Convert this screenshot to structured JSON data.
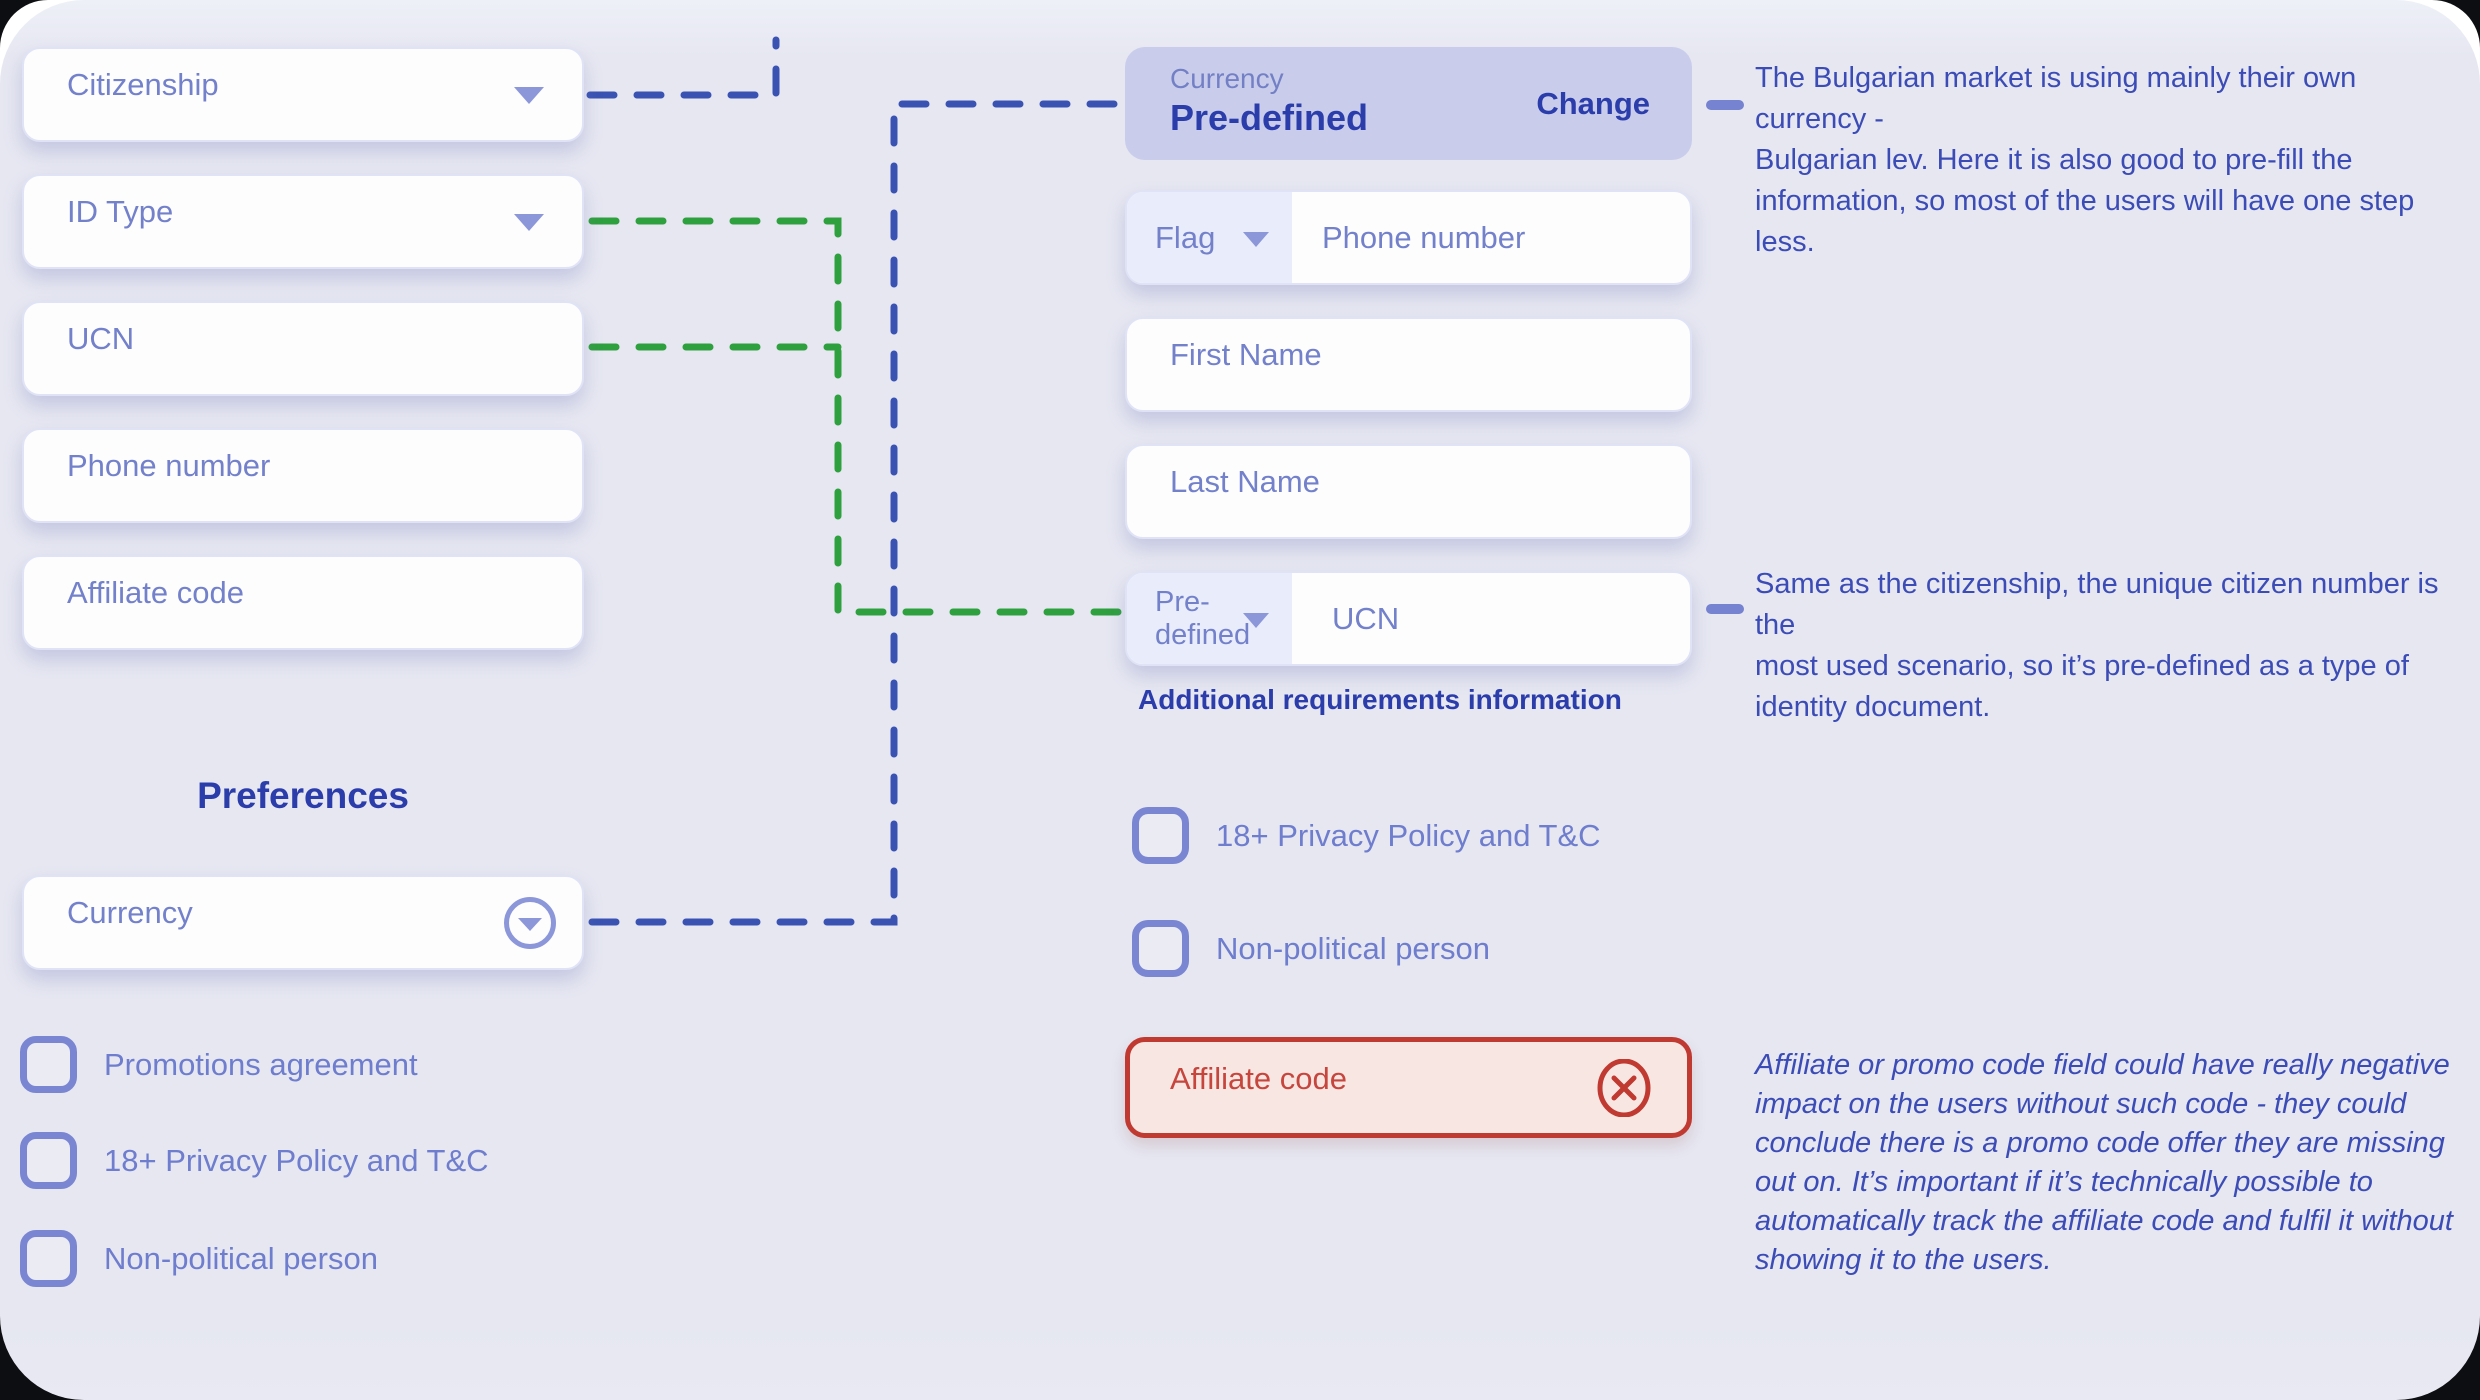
{
  "left": {
    "fields": [
      {
        "label": "Citizenship",
        "dropdown": true
      },
      {
        "label": "ID Type",
        "dropdown": true
      },
      {
        "label": "UCN",
        "dropdown": false
      },
      {
        "label": "Phone number",
        "dropdown": false
      },
      {
        "label": "Affiliate code",
        "dropdown": false
      }
    ],
    "preferences_heading": "Preferences",
    "currency_field": {
      "label": "Currency"
    },
    "checkboxes": [
      {
        "label": "Promotions agreement"
      },
      {
        "label": "18+ Privacy Policy and T&C"
      },
      {
        "label": "Non-political person"
      }
    ]
  },
  "right": {
    "currency_card": {
      "label": "Currency",
      "value": "Pre-defined",
      "action": "Change"
    },
    "phone_field": {
      "prefix": "Flag",
      "placeholder": "Phone number"
    },
    "first_name": {
      "placeholder": "First Name"
    },
    "last_name": {
      "placeholder": "Last Name"
    },
    "ucn_field": {
      "prefix": "Pre-defined",
      "placeholder": "UCN"
    },
    "additional_info": "Additional requirements information",
    "checkboxes": [
      {
        "label": "18+ Privacy Policy and T&C"
      },
      {
        "label": "Non-political person"
      }
    ],
    "error_field": {
      "label": "Affiliate code"
    }
  },
  "annotations": [
    {
      "lines": [
        "The Bulgarian market is using mainly their own currency -",
        "Bulgarian lev. Here it is also good to pre-fill the",
        "information, so most of the users will have one step less."
      ]
    },
    {
      "lines": [
        "Same as the citizenship, the unique citizen number is the",
        "most used scenario, so it’s pre-defined as a type of",
        "identity document."
      ]
    },
    {
      "lines": [
        "Affiliate or promo code field could have really negative",
        "impact on the users without such code - they could",
        "conclude there is a promo code offer they are missing",
        "out on. It’s important if it’s technically possible to",
        "automatically track the affiliate code and fulfil it without",
        "showing it to the users."
      ]
    }
  ],
  "colors": {
    "canvas_bg": "#e6e7f1",
    "blue_connector": "#3a53b3",
    "green_connector": "#2fa03e",
    "accent_dark_blue": "#2b3cab",
    "label_periwinkle": "#7381cb",
    "annotation_blue": "#3c4cb6",
    "error_red": "#c03a31",
    "card_bg": "#c9cdeb"
  }
}
